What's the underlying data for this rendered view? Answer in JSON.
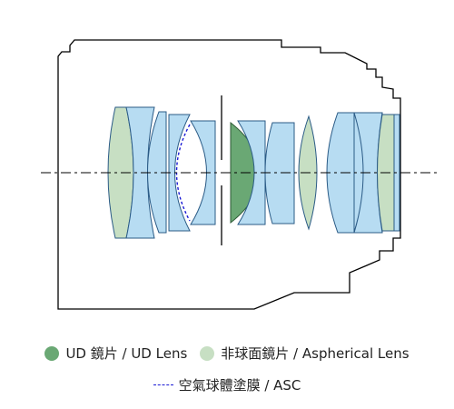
{
  "colors": {
    "ud": "#6aa874",
    "ud_stroke": "#2e5a36",
    "asph": "#c7dfc3",
    "normal": "#b7dcf2",
    "lens_stroke": "#2b5b86",
    "asc": "#1a1ad6",
    "outline": "#000000"
  },
  "legend": {
    "ud_label": "UD 鏡片 / UD Lens",
    "asph_label": "非球面鏡片 / Aspherical Lens",
    "asc_label": "空氣球體塗膜 / ASC"
  }
}
